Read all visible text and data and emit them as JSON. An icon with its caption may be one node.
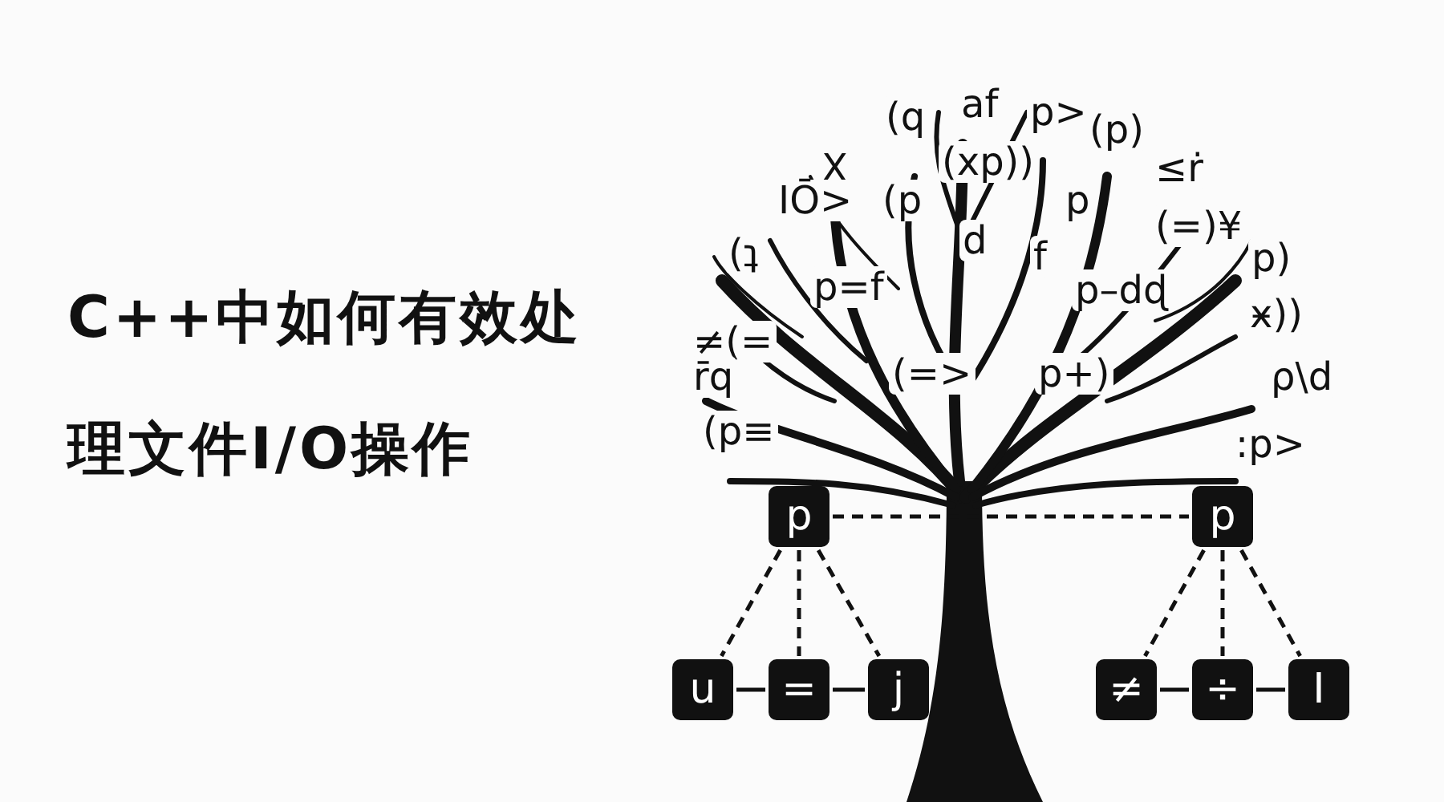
{
  "diagram": {
    "title": "C++中如何有效处理文件I/O操作",
    "nodes": [
      {
        "text": [
          "p"
        ]
      },
      {
        "text": [
          "p"
        ]
      },
      {
        "text": [
          "u"
        ]
      },
      {
        "text": [
          "="
        ]
      },
      {
        "text": [
          "j"
        ]
      },
      {
        "text": [
          "≠"
        ]
      },
      {
        "text": [
          "÷"
        ]
      },
      {
        "text": [
          "I"
        ]
      }
    ],
    "edges": [
      {
        "from": 0,
        "to": 1,
        "arrow": "none",
        "style": "dashed"
      },
      {
        "from": 0,
        "to": 2,
        "arrow": "none",
        "style": "dashed"
      },
      {
        "from": 0,
        "to": 3,
        "arrow": "none",
        "style": "dashed"
      },
      {
        "from": 0,
        "to": 4,
        "arrow": "none",
        "style": "dashed"
      },
      {
        "from": 2,
        "to": 3,
        "arrow": "none"
      },
      {
        "from": 3,
        "to": 4,
        "arrow": "none"
      },
      {
        "from": 1,
        "to": 5,
        "arrow": "none",
        "style": "dashed"
      },
      {
        "from": 1,
        "to": 6,
        "arrow": "none",
        "style": "dashed"
      },
      {
        "from": 1,
        "to": 7,
        "arrow": "none",
        "style": "dashed"
      },
      {
        "from": 5,
        "to": 6,
        "arrow": "none"
      },
      {
        "from": 6,
        "to": 7,
        "arrow": "none"
      }
    ],
    "labels": [
      "(q",
      "af",
      "p>",
      "(p)",
      "X",
      "(xp))",
      "≤ṙ",
      "IŌ>",
      "(p",
      "p",
      "d",
      "f",
      "(=)¥",
      "(ʇ",
      "p=f",
      "p–dɖ",
      "p)",
      "≠(=",
      "ӿ))",
      "r̄q",
      "(=>",
      "p+)",
      "ρ\\d",
      "(p≡",
      ":p>"
    ]
  }
}
